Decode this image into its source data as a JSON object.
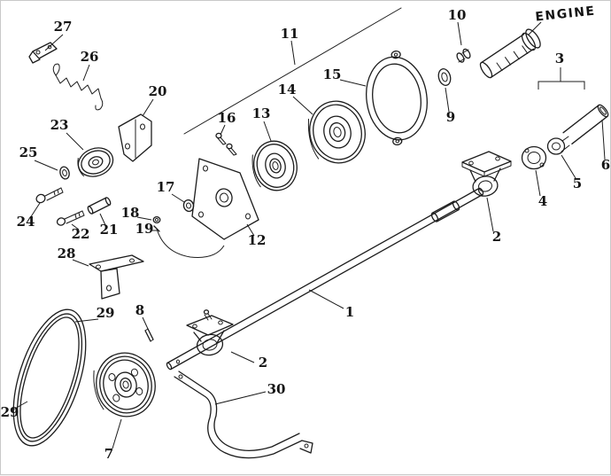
{
  "figure": {
    "engine_label": "ENGINE",
    "callouts": {
      "c1": "1",
      "c2_upper": "2",
      "c2_lower": "2",
      "c3": "3",
      "c4": "4",
      "c5": "5",
      "c6": "6",
      "c7": "7",
      "c8": "8",
      "c9": "9",
      "c10": "10",
      "c11": "11",
      "c12": "12",
      "c13": "13",
      "c14": "14",
      "c15": "15",
      "c16": "16",
      "c17": "17",
      "c18": "18",
      "c19": "19",
      "c20": "20",
      "c21": "21",
      "c22": "22",
      "c23": "23",
      "c24": "24",
      "c25": "25",
      "c26": "26",
      "c27": "27",
      "c28": "28",
      "c29_upper": "29",
      "c29_lower": "29",
      "c30": "30"
    },
    "colors": {
      "ink": "#1c1c1c",
      "paper": "#ffffff"
    }
  }
}
